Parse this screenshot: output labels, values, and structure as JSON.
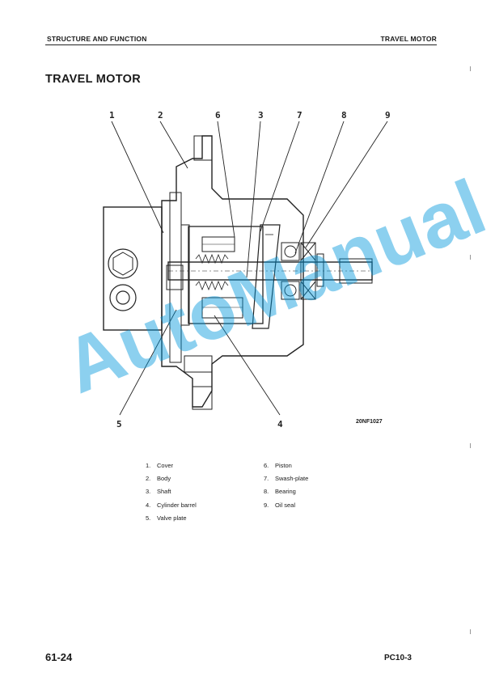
{
  "header": {
    "left": "STRUCTURE AND FUNCTION",
    "right": "TRAVEL MOTOR"
  },
  "title": "TRAVEL MOTOR",
  "figure": {
    "callouts_top": [
      "1",
      "2",
      "6",
      "3",
      "7",
      "8",
      "9"
    ],
    "callouts_bottom": [
      "5",
      "4"
    ],
    "code": "20NF1027"
  },
  "watermark": "AutoManual",
  "legend": {
    "col1": [
      {
        "num": "1.",
        "label": "Cover"
      },
      {
        "num": "2.",
        "label": "Body"
      },
      {
        "num": "3.",
        "label": "Shaft"
      },
      {
        "num": "4.",
        "label": "Cylinder barrel"
      },
      {
        "num": "5.",
        "label": "Valve plate"
      }
    ],
    "col2": [
      {
        "num": "6.",
        "label": "Piston"
      },
      {
        "num": "7.",
        "label": "Swash-plate"
      },
      {
        "num": "8.",
        "label": "Bearing"
      },
      {
        "num": "9.",
        "label": "Oil seal"
      }
    ]
  },
  "footer": {
    "page": "61-24",
    "model": "PC10-3"
  }
}
